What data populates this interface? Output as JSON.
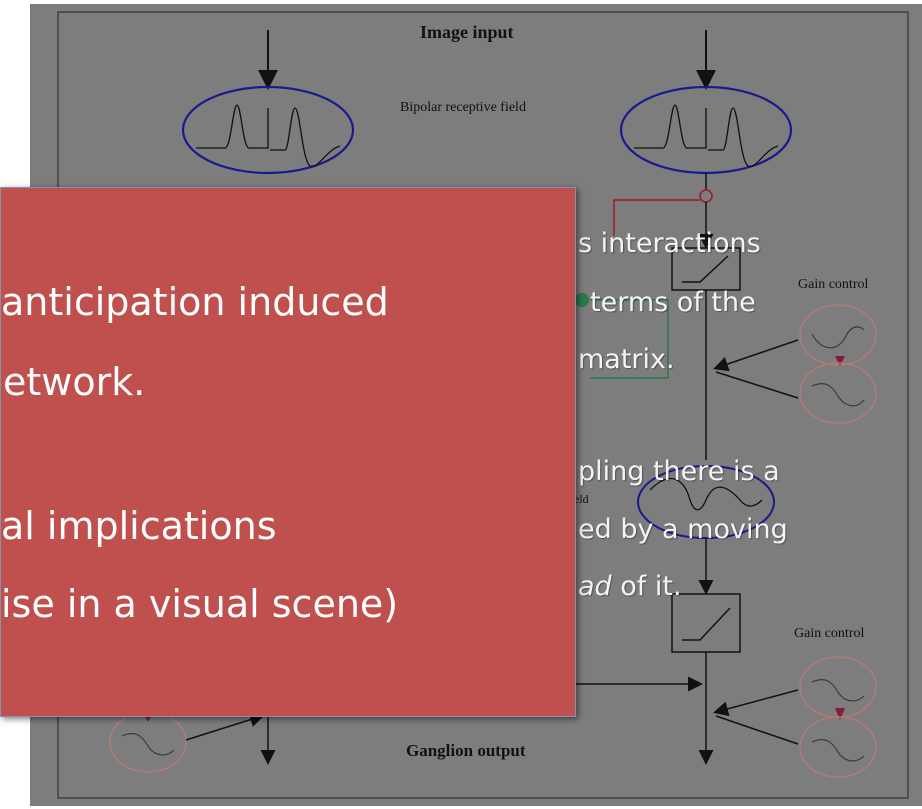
{
  "diagram": {
    "title": "Image input",
    "bipolar_label": "Bipolar receptive field",
    "gain_control_top": "Gain control",
    "gain_control_bottom": "Gain control",
    "field_fragment": "eld",
    "output_label": "Ganglion output"
  },
  "slide_right": {
    "line1": "s interactions",
    "line2": "terms of the",
    "line3": "matrix.",
    "line4": "pling there is a",
    "line5": "ed by a moving",
    "line6_emph": "ad",
    "line6_rest": " of it."
  },
  "red_box": {
    "line1": "anticipation induced",
    "line2": "etwork.",
    "line3": "al implications",
    "line4": "ise in a visual scene)"
  },
  "colors": {
    "panel": "#7d7d7d",
    "red_box": "#c0504d",
    "ellipse_stroke": "#1a1a8c",
    "gain_stroke": "#b07a7a",
    "marker_red": "#8b1a3a",
    "green_wire": "#2a7a4a",
    "red_wire": "#a01a1a"
  }
}
